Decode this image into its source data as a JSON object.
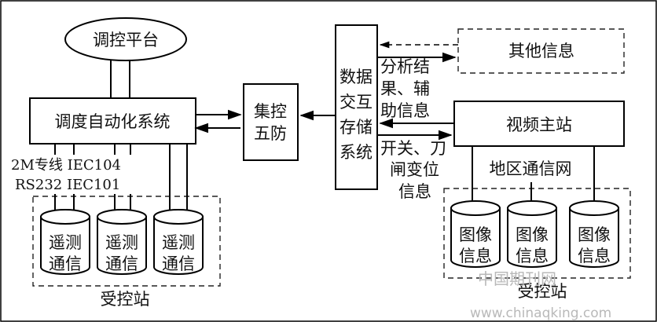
{
  "nodes": {
    "dispatch_platform": "调控平台",
    "automation_system": "调度自动化系统",
    "centralized_control": [
      "集控",
      "五防"
    ],
    "data_storage": [
      "数据",
      "交互",
      "存储",
      "系统"
    ],
    "other_info": "其他信息",
    "video_master": "视频主站",
    "regional_network": "地区通信网",
    "telemetry_unit": [
      "遥测",
      "通信"
    ],
    "image_unit": [
      "图像",
      "信息"
    ]
  },
  "groups": {
    "controlled_station_left": "受控站",
    "controlled_station_right": "受控站"
  },
  "edge_labels": {
    "protocols": [
      "2M专线 IEC104",
      "RS232 IEC101"
    ],
    "analysis": [
      "分析结",
      "果、辅",
      "助信息"
    ],
    "switch_info": [
      "开关、刀",
      "闸变位",
      "信息"
    ]
  },
  "watermark": {
    "cn": "中国期刊网",
    "url": "www.chinaqking.com"
  }
}
